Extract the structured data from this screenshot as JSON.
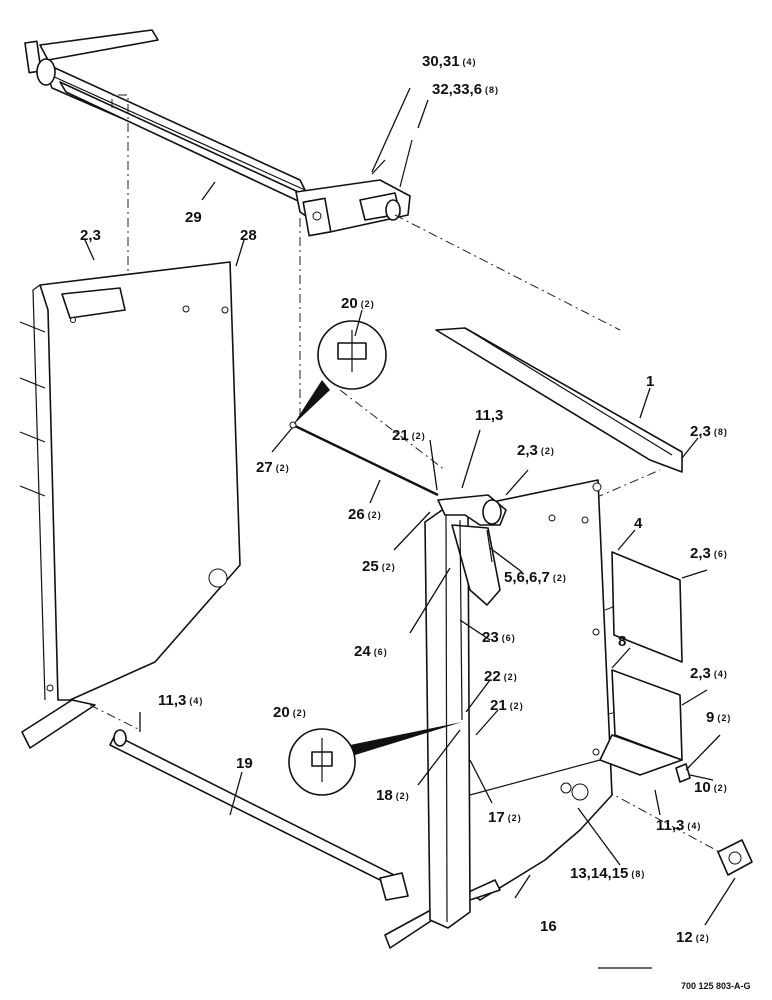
{
  "drawing_code": "700 125 803-A-G",
  "callouts": {
    "c1": {
      "num": "1",
      "qty": ""
    },
    "c2": {
      "num": "2,3",
      "qty": "(8)"
    },
    "c3": {
      "num": "2,3",
      "qty": "(2)"
    },
    "c4": {
      "num": "2,3",
      "qty": ""
    },
    "c5": {
      "num": "2,3",
      "qty": "(6)"
    },
    "c6": {
      "num": "2,3",
      "qty": "(4)"
    },
    "c7": {
      "num": "4",
      "qty": ""
    },
    "c8": {
      "num": "5,6,6,7",
      "qty": "(2)"
    },
    "c9": {
      "num": "8",
      "qty": ""
    },
    "c10": {
      "num": "9",
      "qty": "(2)"
    },
    "c11": {
      "num": "10",
      "qty": "(2)"
    },
    "c12": {
      "num": "11,3",
      "qty": ""
    },
    "c13": {
      "num": "11,3",
      "qty": "(4)"
    },
    "c14": {
      "num": "11,3",
      "qty": "(4)"
    },
    "c15": {
      "num": "12",
      "qty": "(2)"
    },
    "c16": {
      "num": "13,14,15",
      "qty": "(8)"
    },
    "c17": {
      "num": "16",
      "qty": ""
    },
    "c18": {
      "num": "17",
      "qty": "(2)"
    },
    "c19": {
      "num": "18",
      "qty": "(2)"
    },
    "c20": {
      "num": "19",
      "qty": ""
    },
    "c21": {
      "num": "20",
      "qty": "(2)"
    },
    "c22": {
      "num": "20",
      "qty": "(2)"
    },
    "c23": {
      "num": "21",
      "qty": "(2)"
    },
    "c24": {
      "num": "21",
      "qty": "(2)"
    },
    "c25": {
      "num": "22",
      "qty": "(2)"
    },
    "c26": {
      "num": "23",
      "qty": "(6)"
    },
    "c27": {
      "num": "24",
      "qty": "(6)"
    },
    "c28": {
      "num": "25",
      "qty": "(2)"
    },
    "c29": {
      "num": "26",
      "qty": "(2)"
    },
    "c30": {
      "num": "27",
      "qty": "(2)"
    },
    "c31": {
      "num": "28",
      "qty": ""
    },
    "c32": {
      "num": "29",
      "qty": ""
    },
    "c33": {
      "num": "30,31",
      "qty": "(4)"
    },
    "c34": {
      "num": "32,33,6",
      "qty": "(8)"
    }
  }
}
